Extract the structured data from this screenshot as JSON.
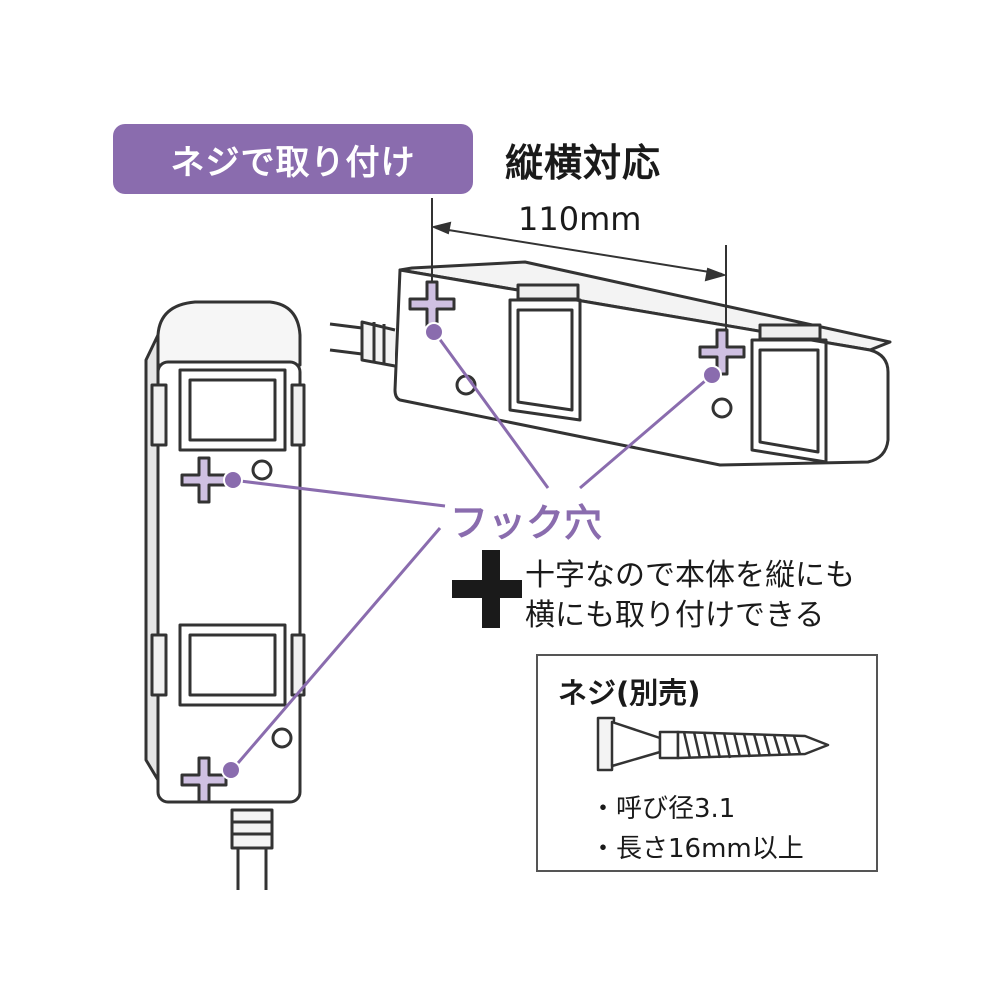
{
  "badge": {
    "label": "ネジで取り付け"
  },
  "heading": "縦横対応",
  "dimension": "110mm",
  "callout": "フック穴",
  "note": {
    "line1": "十字なので本体を縦にも",
    "line2": "横にも取り付けできる"
  },
  "screw": {
    "title": "ネジ(別売)",
    "spec1": "・呼び径3.1",
    "spec2": "・長さ16mm以上"
  },
  "colors": {
    "accent": "#8a6cae",
    "hole_fill": "#cfc0e2",
    "outline": "#333333",
    "text": "#1a1a1a"
  },
  "icons": {
    "plus": "plus-icon",
    "hook_hole": "cross-hole-icon"
  }
}
